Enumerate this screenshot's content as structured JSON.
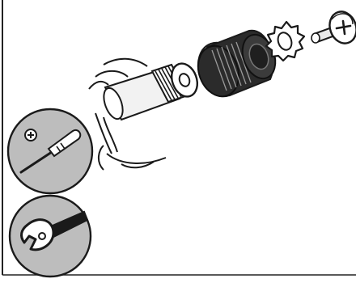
{
  "diagram": {
    "parts": [
      {
        "name": "handle-stem"
      },
      {
        "name": "splined-adapter"
      },
      {
        "name": "toothed-lock-washer"
      },
      {
        "name": "phillips-screw"
      }
    ],
    "tools": [
      {
        "name": "phillips-screwdriver",
        "icon": "screwdriver-icon",
        "bit_symbol": "phillips-head"
      },
      {
        "name": "adjustable-wrench",
        "icon": "wrench-icon"
      }
    ],
    "colors": {
      "outline": "#1a1a1a",
      "frame": "#222222",
      "tool_circle": "#bdbdbd",
      "part_shadow": "#d9d9d9",
      "dark_part": "#2b2b2b"
    }
  }
}
